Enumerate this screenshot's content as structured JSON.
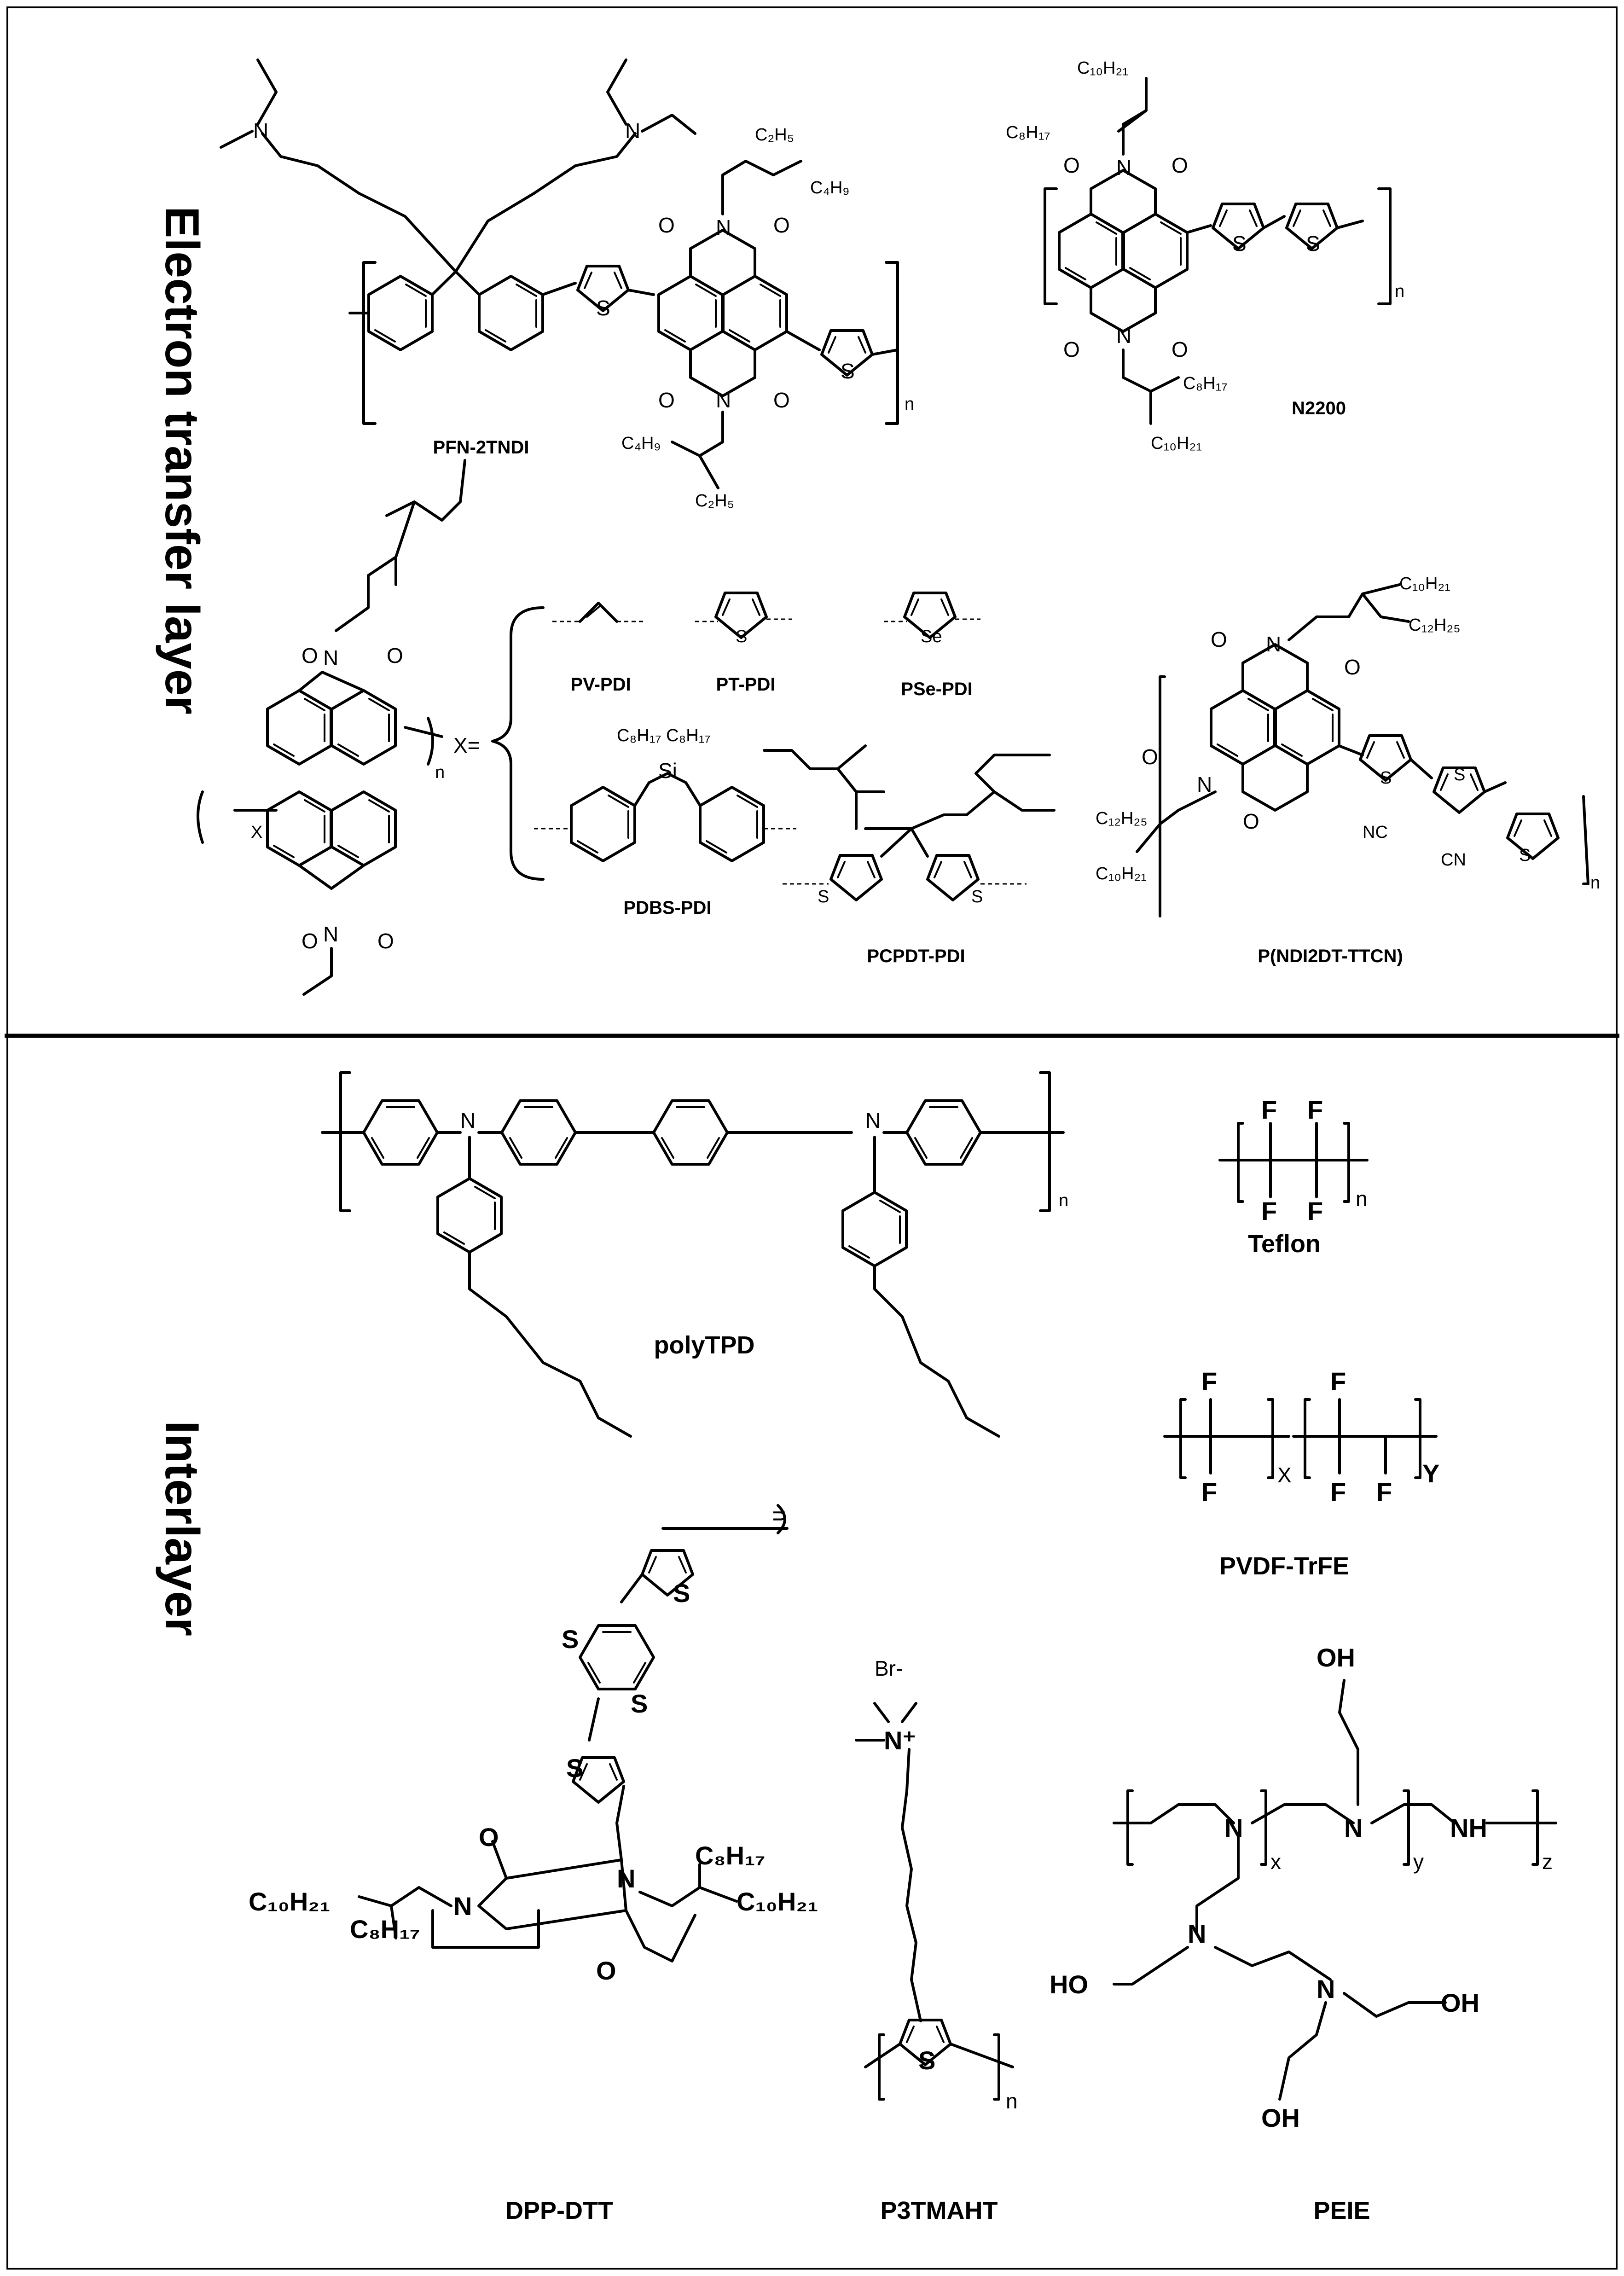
{
  "sections": {
    "top_title": "Electron transfer layer",
    "bottom_title": "Interlayer"
  },
  "compounds": {
    "pfn_2tndi": "PFN-2TNDI",
    "n2200": "N2200",
    "pv_pdi": "PV-PDI",
    "pt_pdi": "PT-PDI",
    "pse_pdi": "PSe-PDI",
    "pdbs_pdi": "PDBS-PDI",
    "pcpdt_pdi": "PCPDT-PDI",
    "p_ndi2dt_ttcn": "P(NDI2DT-TTCN)",
    "polytpd": "polyTPD",
    "teflon": "Teflon",
    "pvdf_trfe": "PVDF-TrFE",
    "dpp_dtt": "DPP-DTT",
    "p3tmaht": "P3TMAHT",
    "peie": "PEIE"
  },
  "atoms": {
    "n": "N",
    "o": "O",
    "s": "S",
    "se": "Se",
    "si": "Si",
    "f": "F",
    "x": "X",
    "x_eq": "X=",
    "cn": "CN",
    "nc": "NC",
    "oh": "OH",
    "ho": "HO",
    "br": "Br-",
    "nplus": "N⁺",
    "nh": "NH"
  },
  "subscripts": {
    "n": "n",
    "x": "x",
    "y": "y",
    "z": "z",
    "X": "X",
    "Y": "Y"
  },
  "chains": {
    "c2h5": "C₂H₅",
    "c4h9": "C₄H₉",
    "c8h17": "C₈H₁₇",
    "c10h21": "C₁₀H₂₁",
    "c12h25": "C₁₂H₂₅",
    "c8h17_c8h17": "C₈H₁₇ C₈H₁₇"
  }
}
